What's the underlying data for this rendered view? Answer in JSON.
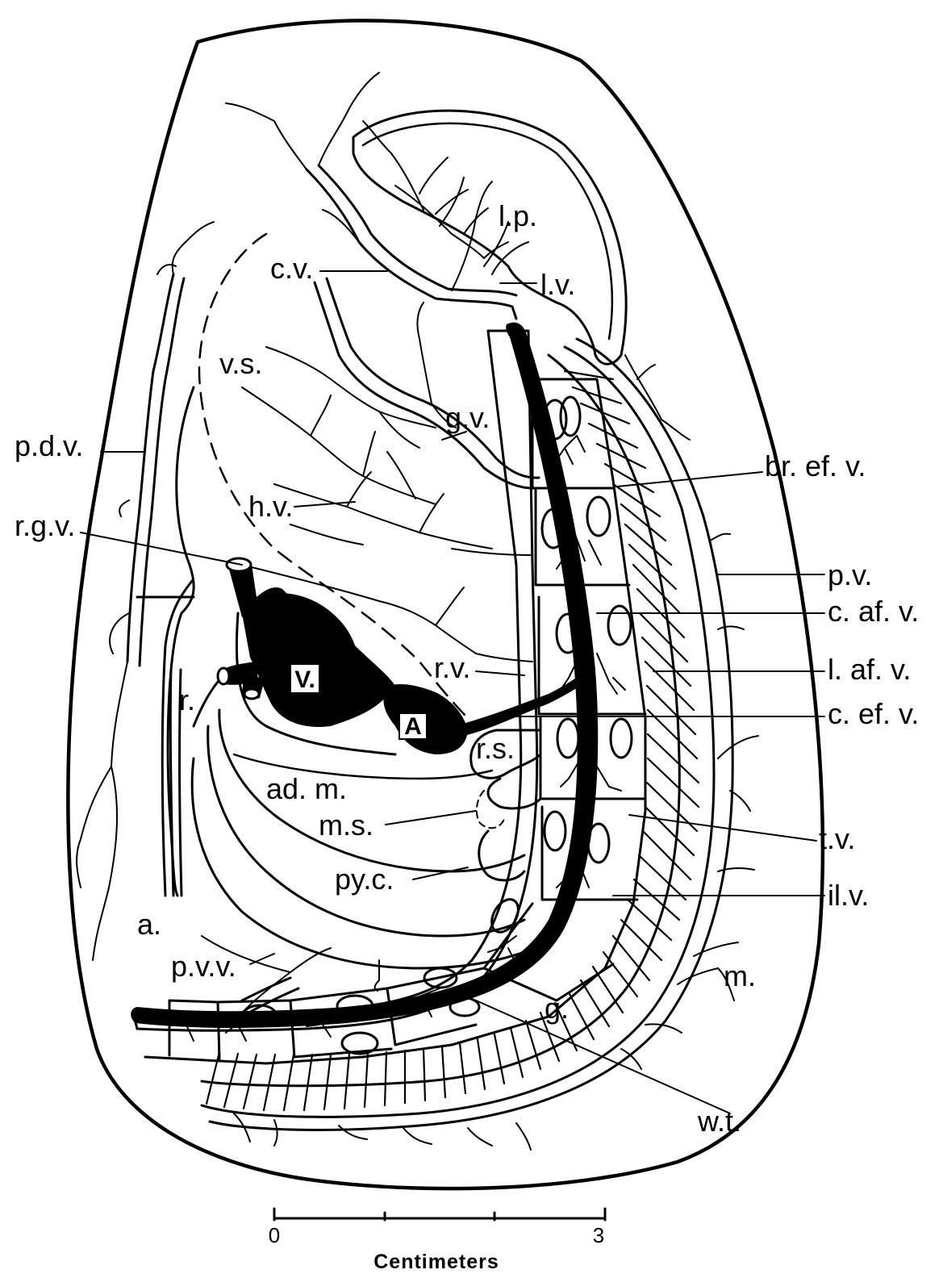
{
  "labels": {
    "lp": "l.p.",
    "cv": "c.v.",
    "lv": "l.v.",
    "vs": "v.s.",
    "gv": "g.v.",
    "pdv": "p.d.v.",
    "brefv": "br. ef. v.",
    "hv": "h.v.",
    "rgv": "r.g.v.",
    "pv": "p.v.",
    "cafv": "c. af. v.",
    "rv": "r.v.",
    "lafv": "l. af. v.",
    "r": "r.",
    "cefv": "c. ef. v.",
    "rs": "r.s.",
    "adm": "ad. m.",
    "ms": "m.s.",
    "tv": "t.v.",
    "pyc": "py.c.",
    "ilv": "il.v.",
    "a": "a.",
    "pvv": "p.v.v.",
    "m": "m.",
    "g": "g.",
    "wt": "w.t."
  },
  "heart": {
    "ventricle": "V.",
    "atrium": "A"
  },
  "scale_bar": {
    "start": "0",
    "end": "3",
    "unit": "Centimeters"
  },
  "colors": {
    "ink": "#000000",
    "paper": "#ffffff"
  }
}
